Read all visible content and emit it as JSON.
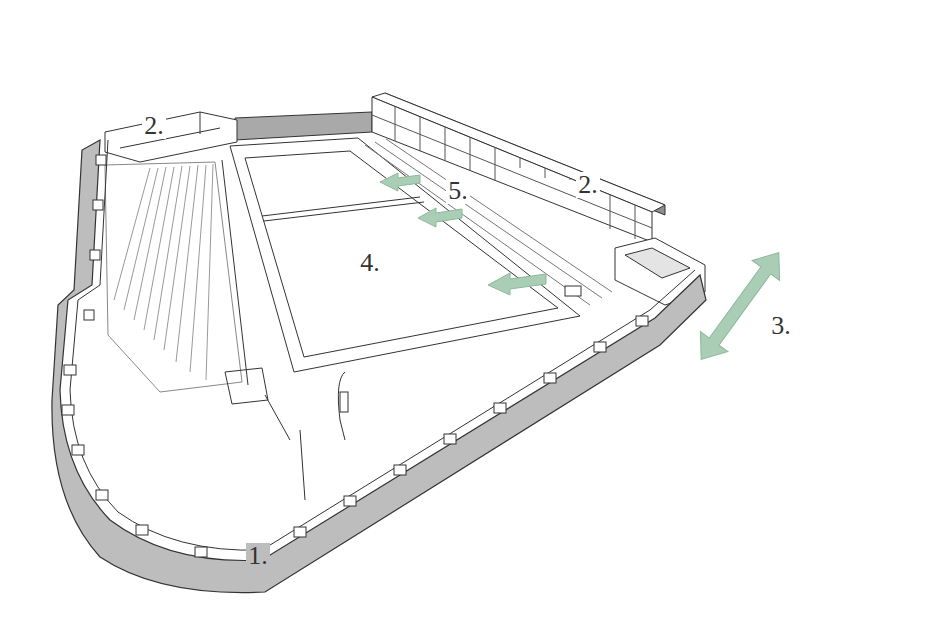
{
  "diagram": {
    "labels": [
      "2.",
      "2.",
      "5.",
      "4.",
      "3.",
      "1."
    ]
  }
}
